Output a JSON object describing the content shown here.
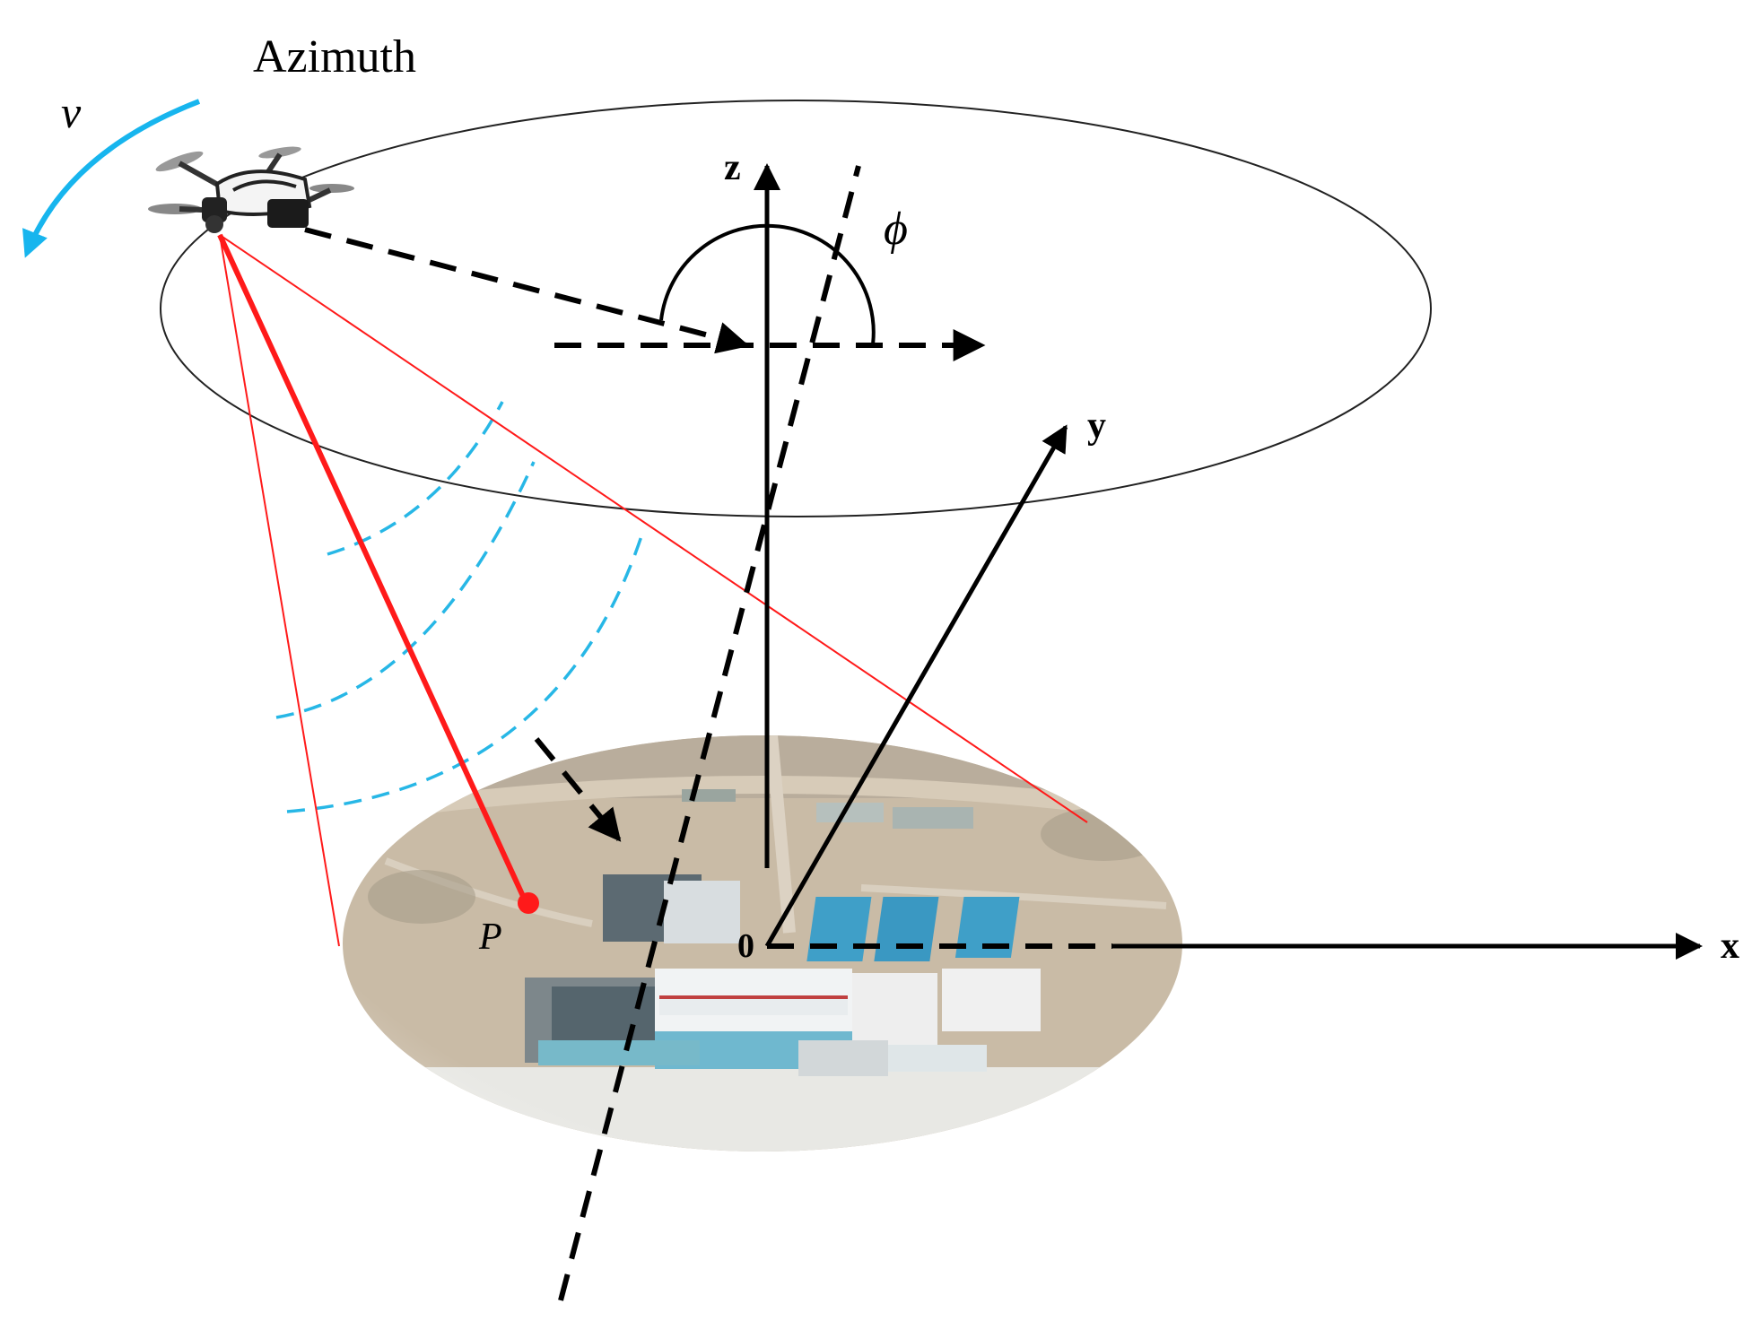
{
  "labels": {
    "azimuth": "Azimuth",
    "velocity": "v",
    "phi": "ϕ",
    "z_axis": "z",
    "y_axis": "y",
    "x_axis": "x",
    "origin": "0",
    "target": "P"
  },
  "colors": {
    "axis": "#000000",
    "beam": "#ff1a1a",
    "wavefront": "#27b7e6",
    "velocity_arrow": "#17b5ee",
    "orbit": "#222222",
    "ground_soil": "#c9bba6",
    "roof_blue": "#3f9fc8"
  },
  "icons": {
    "drone": "drone-icon",
    "target_point": "target-point-icon"
  }
}
